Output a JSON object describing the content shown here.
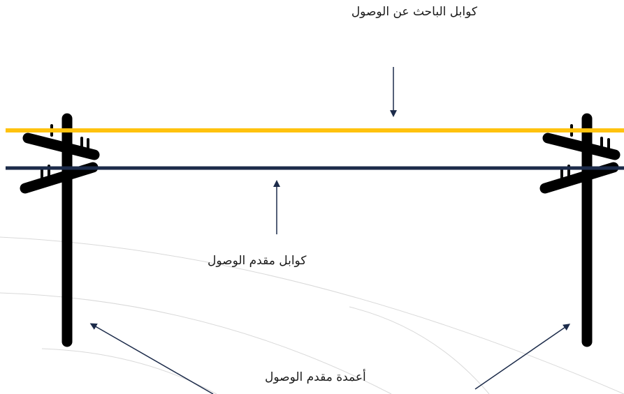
{
  "labels": {
    "seeker_cables": "كوابل الباحث عن الوصول",
    "provider_cables": "كوابل مقدم الوصول",
    "provider_poles": "أعمدة مقدم الوصول"
  },
  "colors": {
    "seeker_cable": "#FFC20E",
    "provider_cable": "#1C2B4A",
    "pole": "#000000",
    "arrow": "#1C2B4A",
    "background_arcs": "#D9D9D9"
  },
  "icons": {
    "pole": "utility-pole-icon"
  }
}
